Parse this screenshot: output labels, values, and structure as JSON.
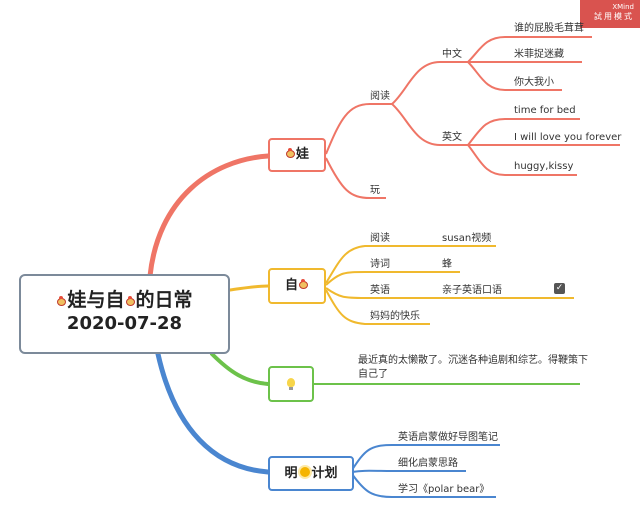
{
  "watermark": {
    "brand": "XMind",
    "mode": "試用模式"
  },
  "central": {
    "line1_a": "娃与自",
    "line1_b": "的日常",
    "line2": "2020-07-28"
  },
  "colors": {
    "red": "#ef7566",
    "yellow": "#f0b92e",
    "green": "#6cc24a",
    "blue": "#4a86d0",
    "central_border": "#7c8a9a"
  },
  "topics": {
    "wa": {
      "label": "娃",
      "icon": "chick-icon"
    },
    "zi": {
      "label": "自",
      "icon": "chick-icon"
    },
    "idea": {
      "label": "",
      "icon": "lightbulb-icon"
    },
    "plan": {
      "label_a": "明",
      "label_b": "计划",
      "icon": "sun-icon"
    }
  },
  "wa_branch": {
    "reading": "阅读",
    "chinese": "中文",
    "chinese_books": [
      "谁的屁股毛茸茸",
      "米菲捉迷藏",
      "你大我小"
    ],
    "english": "英文",
    "english_books": [
      "time for bed",
      "I will love you forever",
      "huggy,kissy"
    ],
    "play": "玩"
  },
  "zi_branch": {
    "items": [
      {
        "label": "阅读",
        "detail": "susan视频"
      },
      {
        "label": "诗词",
        "detail": "蜂"
      },
      {
        "label": "英语",
        "detail": "亲子英语口语"
      },
      {
        "label": "妈妈的快乐",
        "detail": ""
      }
    ],
    "checkbox_icon": "checkbox-checked-icon"
  },
  "idea_branch": {
    "note": "最近真的太懒散了。沉迷各种追剧和综艺。得鞭策下自己了"
  },
  "plan_branch": {
    "items": [
      "英语启蒙做好导图笔记",
      "细化启蒙思路",
      "学习《polar bear》"
    ]
  }
}
